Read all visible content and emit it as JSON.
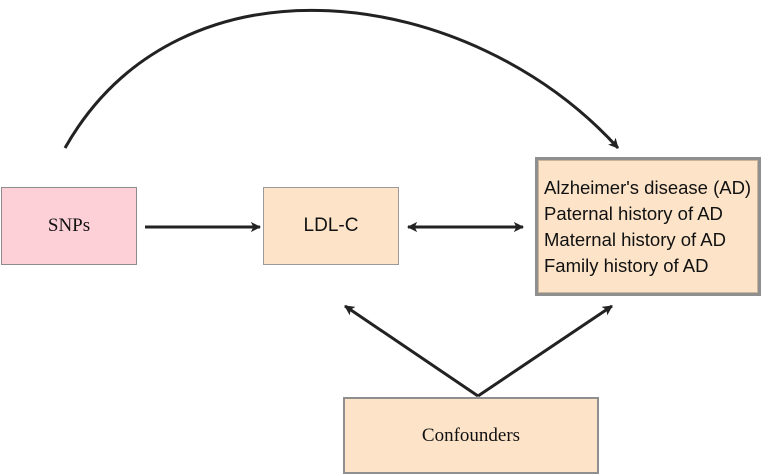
{
  "nodes": {
    "snps": {
      "label": "SNPs"
    },
    "ldl": {
      "label": "LDL-C"
    },
    "outcomes": {
      "lines": [
        "Alzheimer's disease (AD)",
        "Paternal history of AD",
        "Maternal history of AD",
        "Family history of AD"
      ]
    },
    "confounders": {
      "label": "Confounders"
    }
  },
  "colors": {
    "snps_fill": "#fdcfd6",
    "box_fill": "#fde4c9",
    "arrow": "#222222"
  }
}
